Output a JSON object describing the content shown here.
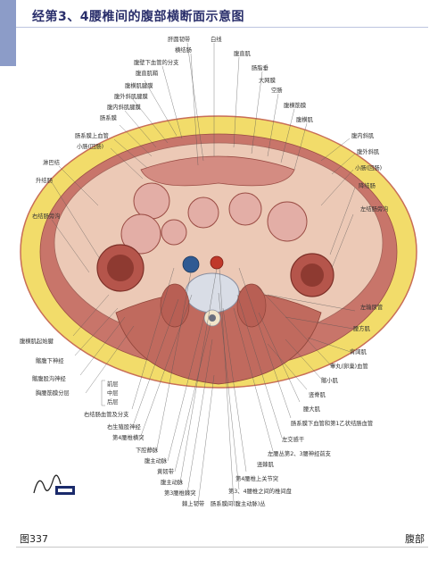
{
  "page": {
    "title": "经第3、4腰椎间的腹部横断面示意图",
    "figure_label": "图337",
    "section_label": "腹部"
  },
  "labels": {
    "top": [
      "肝圆韧带",
      "白线",
      "横结肠",
      "腹直肌",
      "腹壁下血管的分支",
      "肠脂垂",
      "腹直肌鞘",
      "大网膜",
      "腹横肌腱膜",
      "空肠",
      "腹外斜肌腱膜",
      "腹横筋膜",
      "腹内斜肌腱膜",
      "腹横肌",
      "肠系膜",
      "肠系膜上血管",
      "小肠(回肠)"
    ],
    "right": [
      "腹内斜肌",
      "腹外斜肌",
      "小肠(回肠)",
      "降结肠",
      "左结肠旁沟",
      "左输尿管",
      "腰方肌",
      "背阔肌",
      "睾丸(卵巢)血管",
      "髂小肌",
      "竖脊肌",
      "腰大肌",
      "肠系膜下血管和第1乙状结肠血管",
      "左交感干",
      "左腰丛第2、3腰神经前支"
    ],
    "left": [
      "淋巴结",
      "升结肠",
      "右结肠旁沟",
      "腹横肌起始腱",
      "髂腹下神经",
      "髂腹股沟神经",
      "胸腰筋膜分层"
    ],
    "fascia_group": [
      "前层",
      "中层",
      "后层"
    ],
    "bottom": [
      "右结肠血管及分支",
      "右生殖股神经",
      "第4腰椎横突",
      "下腔静脉",
      "腹主动脉",
      "黄韧带",
      "腹主动脉",
      "第3腰椎棘突",
      "棘上韧带",
      "第4腰椎上关节突",
      "第3、4腰椎之间的椎间盘",
      "肠系膜间(腹主动脉)丛",
      "竖棘肌"
    ]
  },
  "colors": {
    "title": "#2a2f6b",
    "tab": "#8c9cc8",
    "fat": "#f2dc6a",
    "muscle": "#c8756a",
    "bowel": "#d9a09a",
    "vein": "#2f5a93",
    "artery": "#c0392b",
    "bone": "#d9dde6"
  }
}
